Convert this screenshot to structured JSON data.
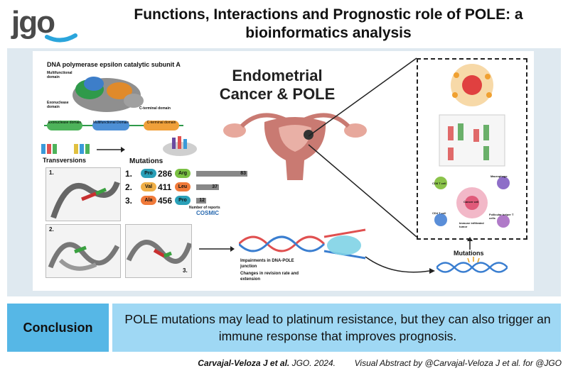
{
  "header": {
    "logo_text": "JGO",
    "title": "Functions, Interactions and Prognostic role of POLE: a bioinformatics analysis"
  },
  "abstract": {
    "protein_title": "DNA polymerase epsilon catalytic subunit A",
    "domain_labels": [
      "Multifunctional domain",
      "Exonuclease domain",
      "C-terminal domain"
    ],
    "domain_bar": [
      "Exonuclease domain",
      "Multifunctional Domain",
      "C-terminal domain"
    ],
    "transversions_label": "Transversions",
    "mutations_label": "Mutations",
    "mutation_rows": [
      {
        "num": "1.",
        "from": "Pro",
        "pos": "286",
        "to": "Arg",
        "reports": "83"
      },
      {
        "num": "2.",
        "from": "Val",
        "pos": "411",
        "to": "Leu",
        "reports": "37"
      },
      {
        "num": "3.",
        "from": "Ala",
        "pos": "456",
        "to": "Pro",
        "reports": "12"
      }
    ],
    "reports_label": "Number of reports",
    "cosmic_label": "COSMIC",
    "structure_nums": [
      "1.",
      "2.",
      "3."
    ],
    "center_title": "Endometrial Cancer & POLE",
    "impairments": [
      "Impairments in DNA-POLE junction",
      "Changes in revision rate and extension"
    ],
    "right_mutations_label": "Mutations",
    "immune_labels": [
      "CD8 T cell",
      "Macrophage",
      "Cancer cell",
      "CD4 T cell",
      "Follicular helper T cells",
      "Immune infiltrated tumor"
    ]
  },
  "conclusion": {
    "label": "Conclusion",
    "text": "POLE mutations may lead to platinum resistance, but they can also trigger an immune response that improves prognosis."
  },
  "citation": {
    "authors": "Carvajal-Veloza J et al.",
    "journal": "JGO. 2024.",
    "credit": "Visual Abstract by @Carvajal-Veloza J et al. for @JGO"
  },
  "colors": {
    "logo_dark": "#4a4a4a",
    "logo_accent": "#2aa5dc",
    "canvas_bg": "#dfe9f0",
    "conclusion_bg": "#56b7e6",
    "message_bg": "#9fd8f4",
    "uterus": "#c97a72"
  }
}
